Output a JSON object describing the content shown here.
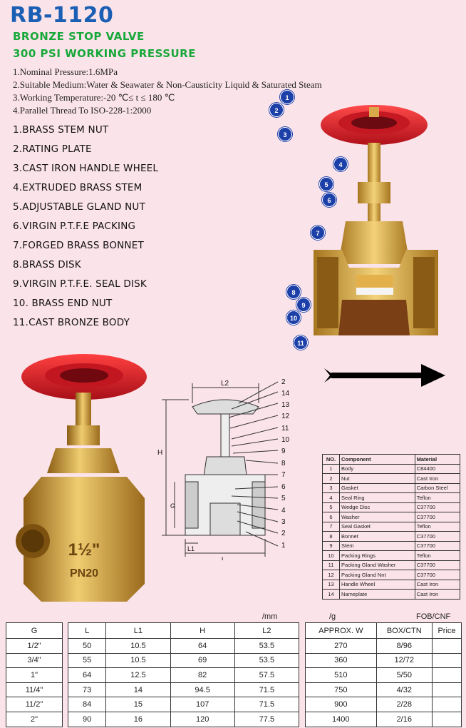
{
  "header": {
    "model": "RB-1120",
    "subtitle1": "BRONZE STOP VALVE",
    "subtitle2": "300 PSI WORKING PRESSURE"
  },
  "specs": [
    "1.Nominal Pressure:1.6MPa",
    "2.Suitable Medium:Water & Seawater & Non-Causticity Liquid & Saturated Steam",
    "3.Working Temperature:-20 ℃≤ t ≤ 180 ℃",
    "4.Parallel Thread To ISO-228-1:2000"
  ],
  "parts": [
    "1.BRASS STEM NUT",
    "2.RATING PLATE",
    "3.CAST IRON HANDLE WHEEL",
    "4.EXTRUDED BRASS STEM",
    "5.ADJUSTABLE GLAND NUT",
    "6.VIRGIN P.T.F.E PACKING",
    "7.FORGED BRASS BONNET",
    "8.BRASS DISK",
    "9.VIRGIN P.T.F.E. SEAL DISK",
    "10. BRASS END NUT",
    "11.CAST BRONZE BODY"
  ],
  "callouts": [
    "1",
    "2",
    "3",
    "4",
    "5",
    "6",
    "7",
    "8",
    "9",
    "10",
    "11"
  ],
  "photo": {
    "size_marking": "1½\"",
    "brand_marking": "PN20"
  },
  "drawing": {
    "labels_right": [
      "2",
      "14",
      "13",
      "12",
      "11",
      "10",
      "9",
      "8",
      "7",
      "6",
      "5",
      "4",
      "3",
      "2",
      "1"
    ],
    "dim_l2": "L2",
    "dim_h": "H",
    "dim_g": "G",
    "dim_l1": "L1",
    "dim_l": "L"
  },
  "materials": {
    "headers": [
      "NO.",
      "Component",
      "Material"
    ],
    "rows": [
      [
        "1",
        "Body",
        "C84400"
      ],
      [
        "2",
        "Nut",
        "Cast Iron"
      ],
      [
        "3",
        "Gasket",
        "Carbon Steel"
      ],
      [
        "4",
        "Seal Ring",
        "Teflon"
      ],
      [
        "5",
        "Wedge Disc",
        "C37700"
      ],
      [
        "6",
        "Washer",
        "C37700"
      ],
      [
        "7",
        "Seal Gasket",
        "Teflon"
      ],
      [
        "8",
        "Bonnet",
        "C37700"
      ],
      [
        "9",
        "Stem",
        "C37700"
      ],
      [
        "10",
        "Packing Rings",
        "Teflon"
      ],
      [
        "11",
        "Packing Gland Washer",
        "C37700"
      ],
      [
        "12",
        "Packing Gland Nnt",
        "C37700"
      ],
      [
        "13",
        "Handle Wheel",
        "Cast Iron"
      ],
      [
        "14",
        "Nameplate",
        "Cast Iron"
      ]
    ]
  },
  "units": {
    "mm": "/mm",
    "g": "/g",
    "fob": "FOB/CNF"
  },
  "table_g": {
    "header": "G",
    "rows": [
      "1/2\"",
      "3/4\"",
      "1\"",
      "11/4\"",
      "11/2\"",
      "2\""
    ]
  },
  "table_dims": {
    "headers": [
      "L",
      "L1",
      "H",
      "L2"
    ],
    "rows": [
      [
        "50",
        "10.5",
        "64",
        "53.5"
      ],
      [
        "55",
        "10.5",
        "69",
        "53.5"
      ],
      [
        "64",
        "12.5",
        "82",
        "57.5"
      ],
      [
        "73",
        "14",
        "94.5",
        "71.5"
      ],
      [
        "84",
        "15",
        "107",
        "71.5"
      ],
      [
        "90",
        "16",
        "120",
        "77.5"
      ]
    ]
  },
  "table_pack": {
    "headers": [
      "APPROX. W",
      "BOX/CTN",
      "Price"
    ],
    "rows": [
      [
        "270",
        "8/96",
        ""
      ],
      [
        "360",
        "12/72",
        ""
      ],
      [
        "510",
        "5/50",
        ""
      ],
      [
        "750",
        "4/32",
        ""
      ],
      [
        "900",
        "2/28",
        ""
      ],
      [
        "1400",
        "2/16",
        ""
      ]
    ]
  },
  "colors": {
    "background": "#fbe3ea",
    "title": "#1a5fb4",
    "subtitle": "#18a83a",
    "callout": "#1d3fa8",
    "handle": "#e0202a",
    "brass": "#d9a84a"
  }
}
